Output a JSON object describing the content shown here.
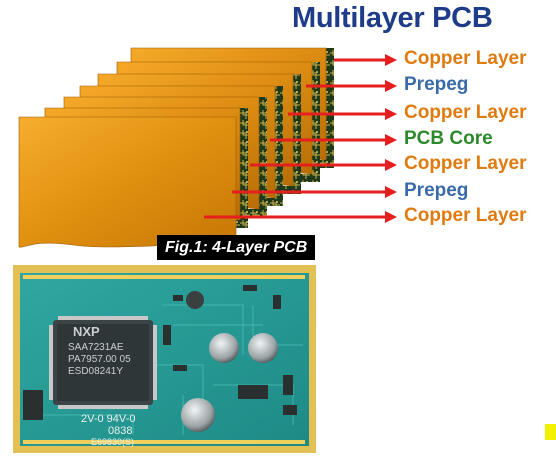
{
  "title": "Multilayer PCB",
  "layers": [
    {
      "label": "Copper Layer",
      "color": "#e07b10"
    },
    {
      "label": "Prepeg",
      "color": "#3a6aa8"
    },
    {
      "label": "Copper Layer",
      "color": "#e07b10"
    },
    {
      "label": "PCB Core",
      "color": "#2c8a2c"
    },
    {
      "label": "Copper Layer",
      "color": "#e07b10"
    },
    {
      "label": "Prepeg",
      "color": "#3a6aa8"
    },
    {
      "label": "Copper Layer",
      "color": "#e07b10"
    }
  ],
  "arrow_color": "#e51e1e",
  "caption": "Fig.1: 4-Layer PCB",
  "photo": {
    "chip_brand": "NXP",
    "chip_lines": [
      "SAA7231AE",
      "PA7957.00      05",
      "ESD08241Y"
    ],
    "board_marks": [
      "2V-0 94V-0",
      "0838",
      "E69830(S)"
    ]
  }
}
